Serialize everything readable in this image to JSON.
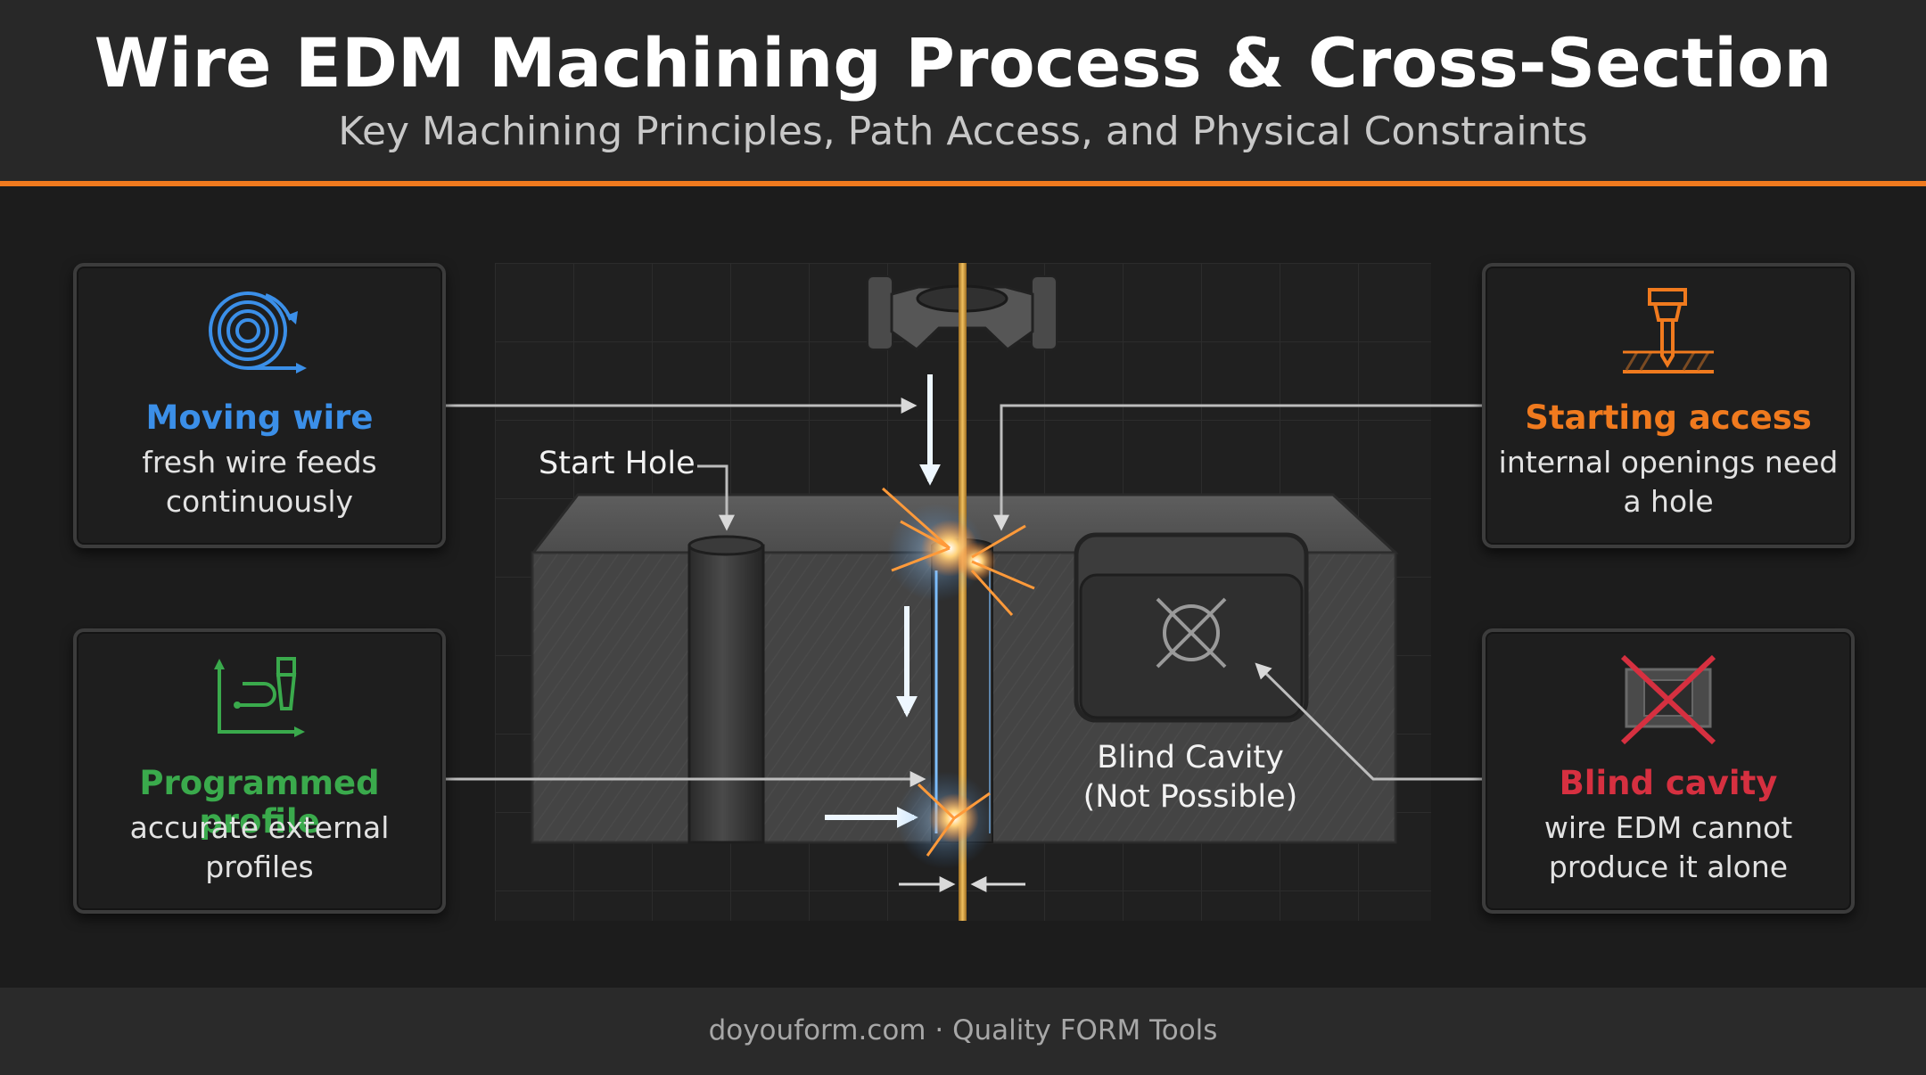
{
  "header": {
    "title": "Wire EDM Machining Process & Cross-Section",
    "subtitle": "Key Machining Principles, Path Access, and Physical Constraints"
  },
  "cards": {
    "moving_wire": {
      "heading": "Moving wire",
      "description": "fresh wire feeds continuously",
      "color": "#3b8fe8",
      "icon": "wire-spool-icon"
    },
    "programmed_profile": {
      "heading": "Programmed profile",
      "description": "accurate external profiles",
      "color": "#3aaa4c",
      "icon": "profile-path-icon"
    },
    "starting_access": {
      "heading": "Starting access",
      "description": "internal openings need a hole",
      "color": "#f07a1e",
      "icon": "drill-icon"
    },
    "blind_cavity": {
      "heading": "Blind cavity",
      "description": "wire EDM cannot produce it alone",
      "color": "#d63040",
      "icon": "crossed-cavity-icon"
    }
  },
  "diagram": {
    "start_hole_label": "Start Hole",
    "blind_cavity_label_line1": "Blind Cavity",
    "blind_cavity_label_line2": "(Not Possible)"
  },
  "footer": {
    "text": "doyouform.com · Quality FORM Tools"
  }
}
